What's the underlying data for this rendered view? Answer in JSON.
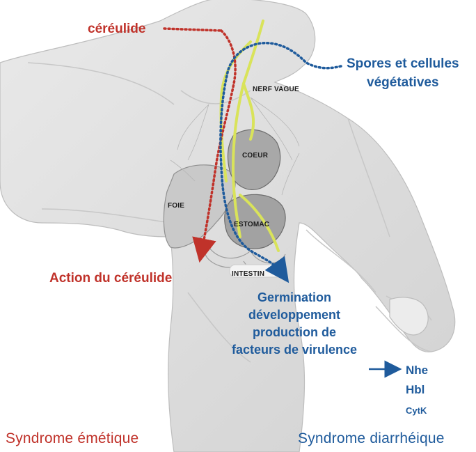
{
  "labels": {
    "cereulide": "céréulide",
    "spores_line1": "Spores et cellules",
    "spores_line2": "végétatives",
    "action": "Action du céréulide",
    "germination": [
      "Germination",
      "développement",
      "production de",
      "facteurs de virulence"
    ],
    "toxins": [
      "Nhe",
      "Hbl",
      "CytK"
    ],
    "syndrome_emetique": "Syndrome émétique",
    "syndrome_diarrheique": "Syndrome diarrhéique"
  },
  "organs": {
    "nerf_vague": "NERF VAGUE",
    "coeur": "COEUR",
    "foie": "FOIE",
    "estomac": "ESTOMAC",
    "intestin": "INTESTIN"
  },
  "colors": {
    "emetic_red": "#c0322a",
    "diarrheal_blue": "#1f5b9c",
    "nerve_yellow": "#d9e35a"
  }
}
